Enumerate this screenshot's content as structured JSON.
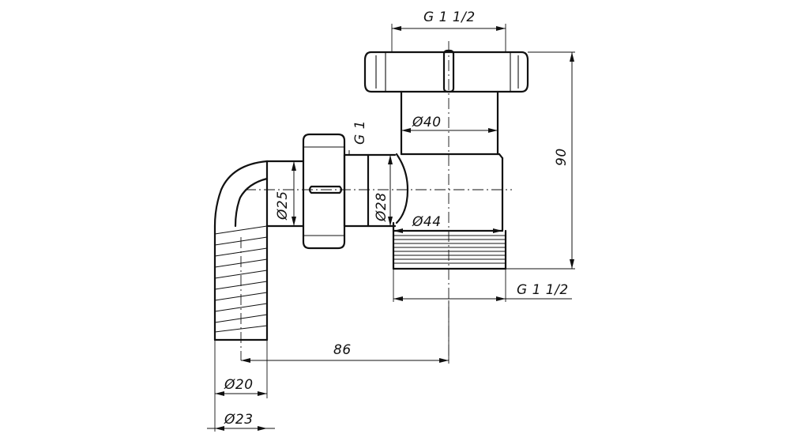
{
  "dimensions": {
    "top_thread": "G 1 1/2",
    "bottom_thread": "G 1 1/2",
    "side_thread": "G 1",
    "body_inner_dia": "Ø40",
    "body_outer_dia": "Ø44",
    "branch_dia": "Ø28",
    "hose_dia": "Ø25",
    "spigot_inner_dia": "Ø20",
    "spigot_outer_dia": "Ø23",
    "height": "90",
    "offset": "86"
  }
}
